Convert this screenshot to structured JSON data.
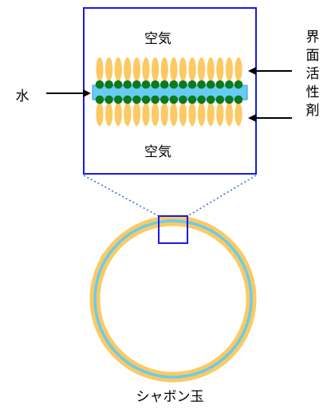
{
  "labels": {
    "air_top": "空気",
    "air_bottom": "空気",
    "water": "水",
    "surfactant": "界面活性剤",
    "bubble": "シャボン玉"
  },
  "colors": {
    "frame": "#1a1ae6",
    "tail": "#fcc962",
    "head": "#0a7a1e",
    "water": "#66ccf2",
    "water_edge": "#3399dd",
    "bubble_outer": "#fcc962",
    "bubble_inner": "#66ccf2"
  },
  "molecule_count": 16
}
